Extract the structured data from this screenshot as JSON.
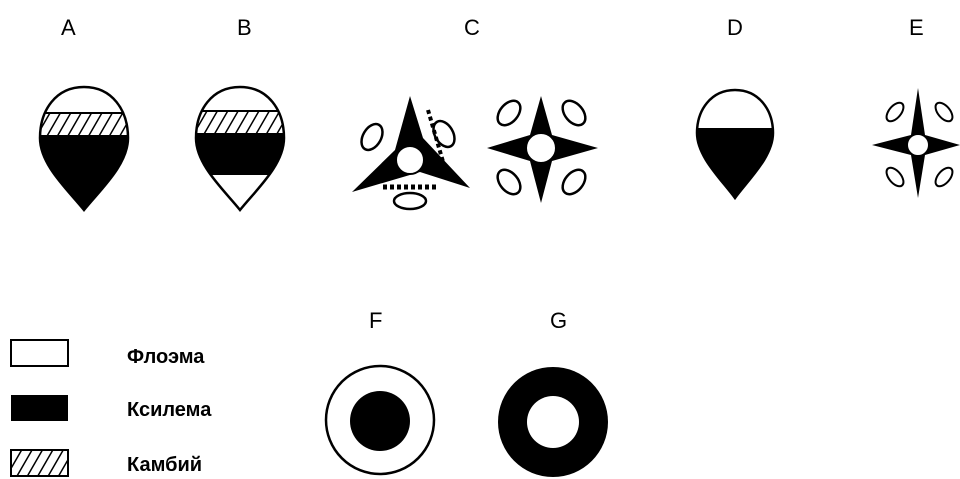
{
  "labels": {
    "a": "A",
    "b": "B",
    "c": "C",
    "d": "D",
    "e": "E",
    "f": "F",
    "g": "G"
  },
  "legend": {
    "phloem": "Флоэма",
    "xylem": "Ксилема",
    "cambium": "Камбий"
  },
  "colors": {
    "ink": "#000000",
    "paper": "#ffffff"
  }
}
